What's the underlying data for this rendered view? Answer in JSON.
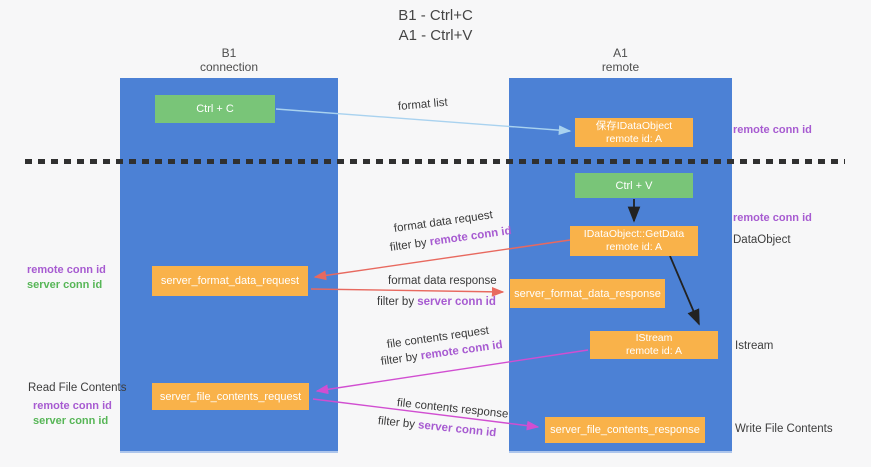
{
  "title": {
    "line1": "B1 - Ctrl+C",
    "line2": "A1 - Ctrl+V"
  },
  "lanes": {
    "left": {
      "name": "B1",
      "subtitle": "connection"
    },
    "right": {
      "name": "A1",
      "subtitle": "remote"
    }
  },
  "nodes": {
    "ctrl_c": {
      "label": "Ctrl + C"
    },
    "ctrl_v": {
      "label": "Ctrl + V"
    },
    "save_dataobject": {
      "line1": "保存IDataObject",
      "line2": "remote id: A"
    },
    "getdata": {
      "line1": "IDataObject::GetData",
      "line2": "remote id: A"
    },
    "istream": {
      "line1": "IStream",
      "line2": "remote id: A"
    },
    "server_format_data_request": {
      "label": "server_format_data_request"
    },
    "server_format_data_response": {
      "label": "server_format_data_response"
    },
    "server_file_contents_request": {
      "label": "server_file_contents_request"
    },
    "server_file_contents_response": {
      "label": "server_file_contents_response"
    }
  },
  "edges": {
    "format_list": {
      "label": "format list"
    },
    "format_data_request": {
      "label": "format data request",
      "filter_prefix": "filter by ",
      "filter_key": "remote conn id"
    },
    "format_data_response": {
      "label": "format data response",
      "filter_prefix": "filter by ",
      "filter_key": "server conn id"
    },
    "file_contents_request": {
      "label": "file contents request",
      "filter_prefix": "filter by ",
      "filter_key": "remote conn id"
    },
    "file_contents_response": {
      "label": "file contents response",
      "filter_prefix": "filter by ",
      "filter_key": "server conn id"
    }
  },
  "annotations": {
    "left_top": {
      "remote": "remote conn id",
      "server": "server conn id"
    },
    "left_bottom": {
      "title": "Read File Contents",
      "remote": "remote conn id",
      "server": "server conn id"
    },
    "right": {
      "remote_top": "remote conn id",
      "remote_mid": "remote conn id",
      "dataobject": "DataObject",
      "istream": "Istream",
      "write_file": "Write File Contents"
    }
  },
  "colors": {
    "lane_blue": "#4c81d5",
    "node_green": "#79c578",
    "node_orange": "#f9b24a",
    "conn_purple": "#a75bd1",
    "conn_green": "#57b657",
    "arrow_red": "#e8695f",
    "arrow_magenta": "#d14ed1",
    "arrow_blue": "#a9d2ef",
    "arrow_black": "#222222"
  }
}
